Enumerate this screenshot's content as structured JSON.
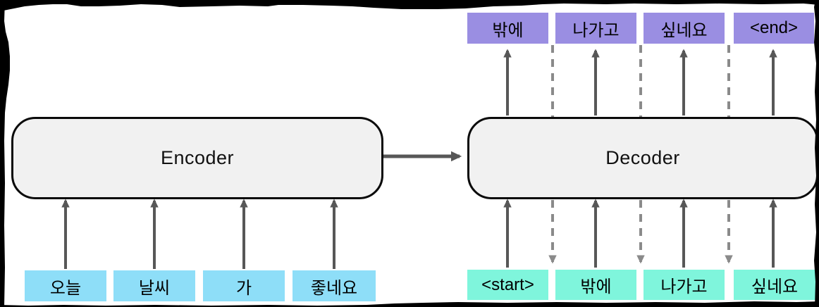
{
  "blocks": {
    "encoder_label": "Encoder",
    "decoder_label": "Decoder"
  },
  "tokens": {
    "encoder_inputs": [
      "오늘",
      "날씨",
      "가",
      "좋네요"
    ],
    "decoder_inputs": [
      "<start>",
      "밖에",
      "나가고",
      "싶네요"
    ],
    "decoder_outputs": [
      "밖에",
      "나가고",
      "싶네요",
      "<end>"
    ]
  },
  "colors": {
    "output_box": "#9a8ee2",
    "encoder_input_box": "#8edef8",
    "decoder_input_box": "#7ff5dc",
    "block_fill": "#f1f1f1",
    "block_border": "#0a0a0a",
    "solid_arrow": "#575757",
    "dashed_arrow": "#8a8a8a"
  }
}
